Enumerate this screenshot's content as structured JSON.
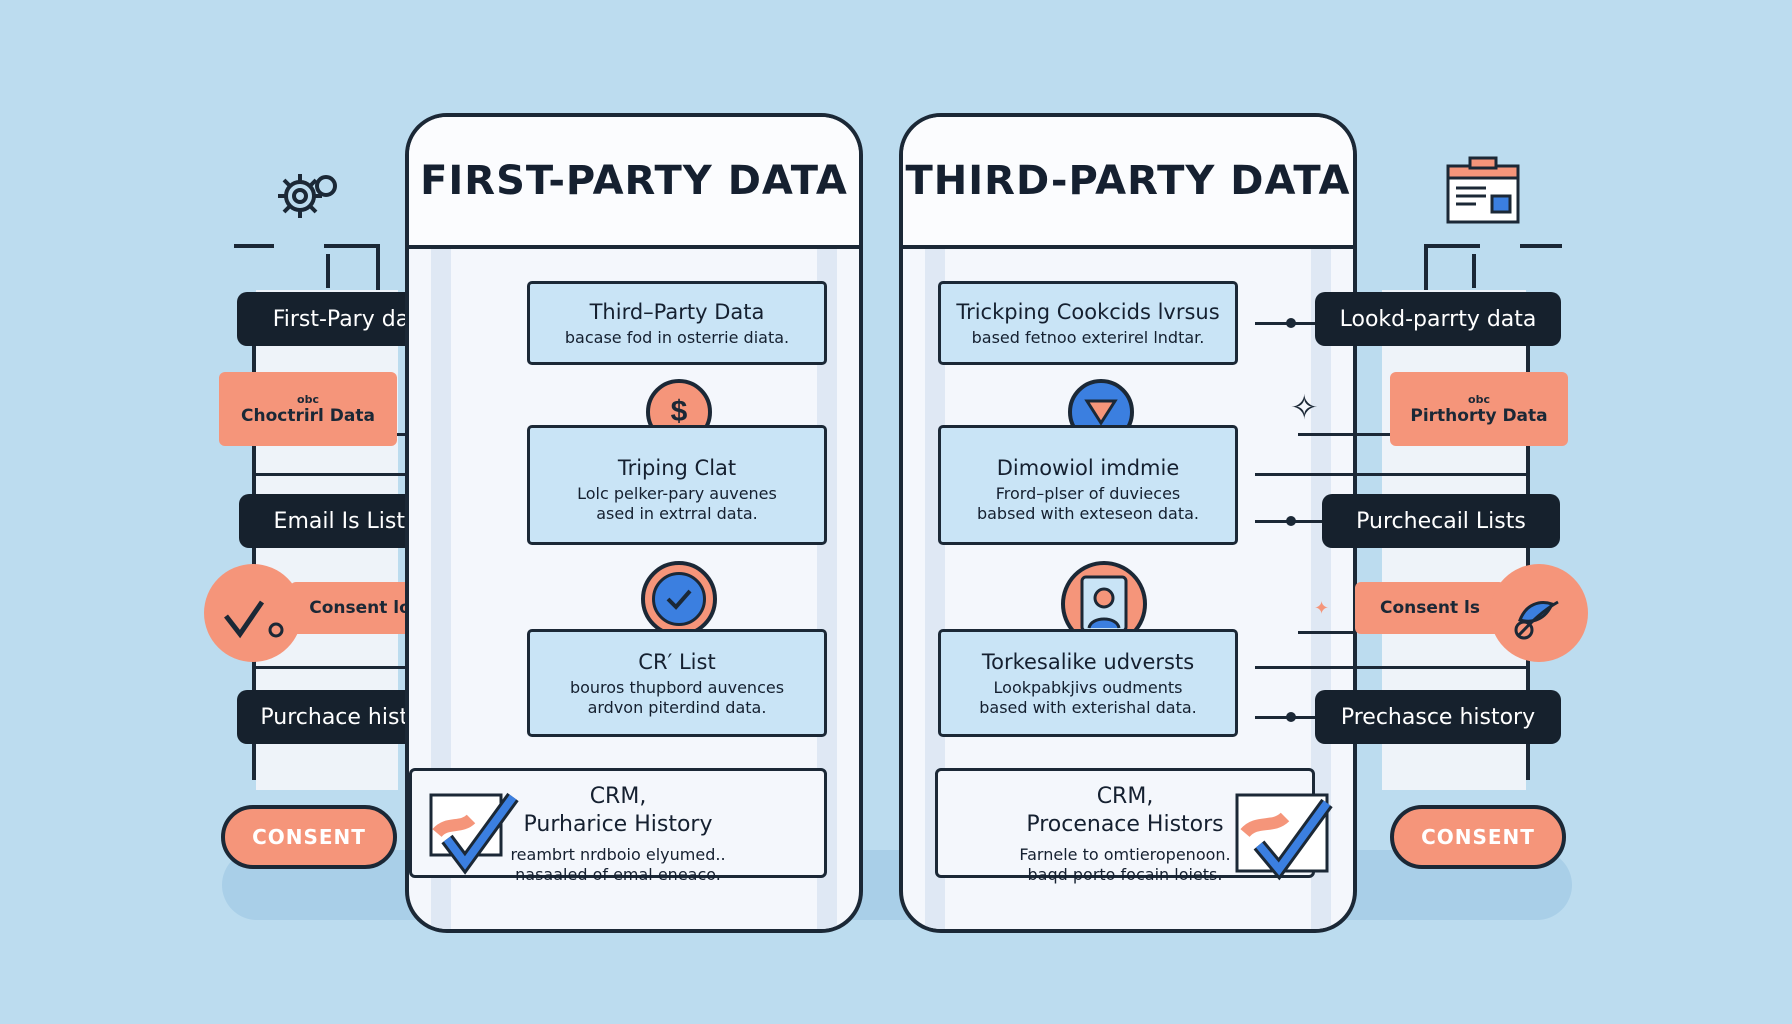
{
  "left_panel": {
    "title": "FIRST-PARTY DATA",
    "boxes": [
      {
        "title": "Third–Party Data",
        "subtitle": "bacase fod in osterrie diata."
      },
      {
        "title": "Triping Clat",
        "subtitle": "Lolc pelker-pary auvenes\nased in extrral data."
      },
      {
        "title": "CR′ List",
        "subtitle": "bouros thupbord auvences\nardvon piterdind data."
      }
    ],
    "bottom": {
      "title": "CRM,\nPurharice History",
      "subtitle": "reambrt nrdboio elyumed..\nnasaaled of emal eneaco."
    }
  },
  "right_panel": {
    "title": "THIRD-PARTY DATA",
    "boxes": [
      {
        "title": "Trickping Cookcids lvrsus",
        "subtitle": "based fetnoo exterirel lndtar."
      },
      {
        "title": "Dimowiol imdmie",
        "subtitle": "Frord–plser of duvieces\nbabsed with exteseon data."
      },
      {
        "title": "Torkesalike udversts",
        "subtitle": "Lookpabkjivs oudments\nbased with exterishal data."
      }
    ],
    "bottom": {
      "title": "CRM,\nProcenace Histors",
      "subtitle": "Farnele to omtieropenoon.\nbaqd  porto focain loiets."
    }
  },
  "left_side": {
    "pills": [
      "First-Pary data",
      "Email Is Lists",
      "Purchace history"
    ],
    "tags": [
      "Choctrirl Data",
      "Consent lo"
    ],
    "tag_small_text": "obc",
    "consent": "CONSENT"
  },
  "right_side": {
    "pills": [
      "Lookd-parrty data",
      "Purchecail Lists",
      "Prechasce history"
    ],
    "tags": [
      "Pirthorty Data",
      "Consent ls"
    ],
    "tag_small_text": "obc",
    "consent": "CONSENT"
  },
  "icons": [
    "gears-icon",
    "browser-window-icon",
    "dollar-coin-icon",
    "check-circle-icon",
    "stacked-coins-icon",
    "user-portrait-icon",
    "checkbox-icon",
    "sparkle-icon"
  ],
  "colors": {
    "background": "#bcdcef",
    "dark": "#1b2836",
    "accent_orange": "#f5957a",
    "accent_blue": "#c9e4f6",
    "check_blue": "#3b7fe0"
  }
}
